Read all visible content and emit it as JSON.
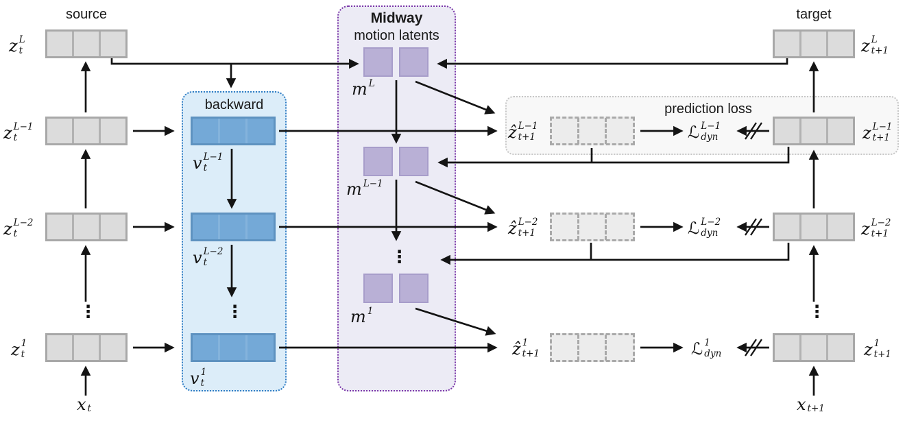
{
  "source_column": {
    "title": "source",
    "nodes": [
      {
        "base": "z",
        "sup": "L",
        "sub": "t"
      },
      {
        "base": "z",
        "sup": "L−1",
        "sub": "t"
      },
      {
        "base": "z",
        "sup": "L−2",
        "sub": "t"
      },
      {
        "base": "z",
        "sup": "1",
        "sub": "t"
      }
    ],
    "input": {
      "base": "x",
      "sub": "t"
    }
  },
  "target_column": {
    "title": "target",
    "nodes": [
      {
        "base": "z",
        "sup": "L",
        "sub": "t+1"
      },
      {
        "base": "z",
        "sup": "L−1",
        "sub": "t+1"
      },
      {
        "base": "z",
        "sup": "L−2",
        "sub": "t+1"
      },
      {
        "base": "z",
        "sup": "1",
        "sub": "t+1"
      }
    ],
    "input": {
      "base": "x",
      "sub": "t+1"
    }
  },
  "backward_box": {
    "title": "backward",
    "nodes": [
      {
        "base": "v",
        "sup": "L−1",
        "sub": "t"
      },
      {
        "base": "v",
        "sup": "L−2",
        "sub": "t"
      },
      {
        "base": "v",
        "sup": "1",
        "sub": "t"
      }
    ]
  },
  "midway_box": {
    "title": "Midway",
    "subtitle": "motion latents",
    "nodes": [
      {
        "base": "m",
        "sup": "L"
      },
      {
        "base": "m",
        "sup": "L−1"
      },
      {
        "base": "m",
        "sup": "1"
      }
    ]
  },
  "prediction": {
    "title": "prediction loss",
    "rows": [
      {
        "pred": {
          "base": "ẑ",
          "sup": "L−1",
          "sub": "t+1"
        },
        "loss": {
          "base": "ℒ",
          "sup": "L−1",
          "sub": "dyn"
        }
      },
      {
        "pred": {
          "base": "ẑ",
          "sup": "L−2",
          "sub": "t+1"
        },
        "loss": {
          "base": "ℒ",
          "sup": "L−2",
          "sub": "dyn"
        }
      },
      {
        "pred": {
          "base": "ẑ",
          "sup": "1",
          "sub": "t+1"
        },
        "loss": {
          "base": "ℒ",
          "sup": "1",
          "sub": "dyn"
        }
      }
    ]
  },
  "ellipsis": "⋮",
  "colors": {
    "gray_box_fill": "#dcdcdc",
    "gray_box_border": "#a8a8a8",
    "backward_fill": "#dcedf9",
    "backward_border": "#2e7cc4",
    "velocity_fill": "#74a9d7",
    "velocity_border": "#5e92c0",
    "midway_fill": "#ecebf5",
    "midway_border": "#7a35a8",
    "motion_fill": "#b9b0d6",
    "motion_border": "#a79dca",
    "prediction_fill": "#f8f8f8",
    "prediction_border": "#c6c6c6",
    "dashed_fill": "#ececec",
    "dashed_border": "#a9a9a9",
    "arrow": "#141414"
  }
}
